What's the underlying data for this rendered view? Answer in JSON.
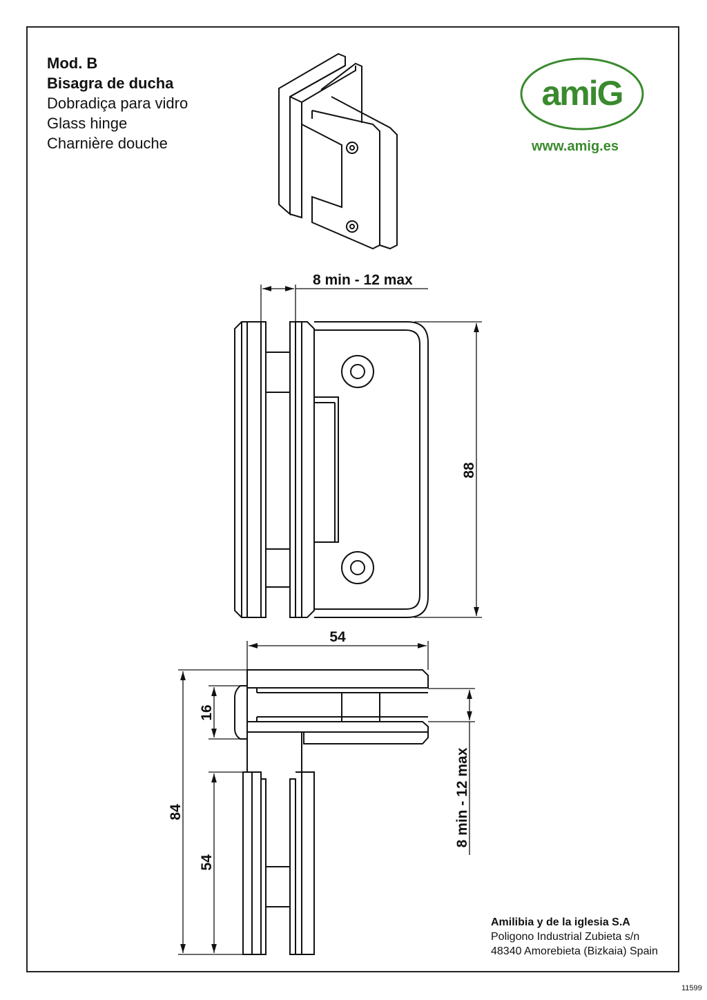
{
  "titles": {
    "model": "Mod. B",
    "es": "Bisagra de ducha",
    "pt": "Dobradiça para vidro",
    "en": "Glass hinge",
    "fr": "Charnière douche"
  },
  "logo": {
    "text": "amiG",
    "url": "www.amig.es",
    "color": "#3a8a2e"
  },
  "dimensions": {
    "glass_thickness_top": "8 min - 12 max",
    "height": "88",
    "width": "54",
    "total_depth": "84",
    "offset": "16",
    "clamp_depth": "54",
    "glass_thickness_side": "8 min - 12 max"
  },
  "footer": {
    "company": "Amilibia y de la iglesia S.A",
    "address1": "Poligono Industrial Zubieta s/n",
    "address2": "48340 Amorebieta (Bizkaia) Spain"
  },
  "code": "11599"
}
